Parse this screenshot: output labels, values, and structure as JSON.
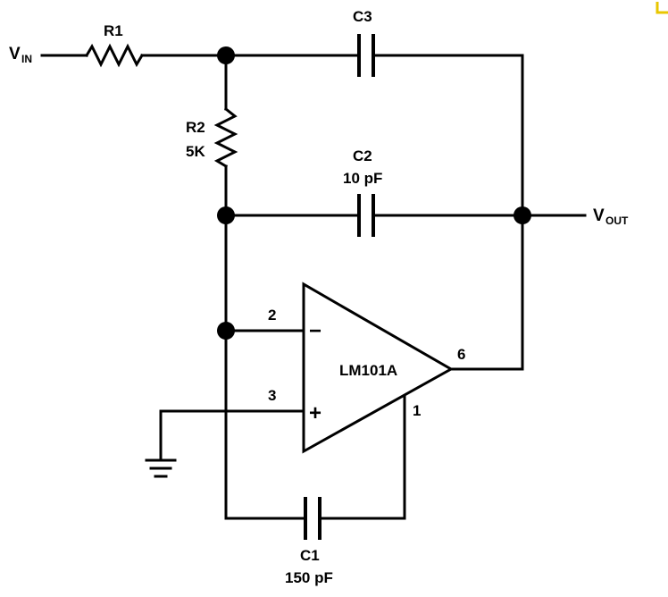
{
  "labels": {
    "vin_main": "V",
    "vin_sub": "IN",
    "vout_main": "V",
    "vout_sub": "OUT",
    "r1": "R1",
    "r2": "R2",
    "r2_value": "5K",
    "c1": "C1",
    "c1_value": "150 pF",
    "c2": "C2",
    "c2_value": "10 pF",
    "c3": "C3",
    "opamp": "LM101A",
    "pin2": "2",
    "pin3": "3",
    "pin6": "6",
    "pin1": "1",
    "minus_sign": "−",
    "plus_sign": "+"
  },
  "colors": {
    "ink": "#000000",
    "background": "#ffffff",
    "corner_mark": "#e8c600"
  }
}
